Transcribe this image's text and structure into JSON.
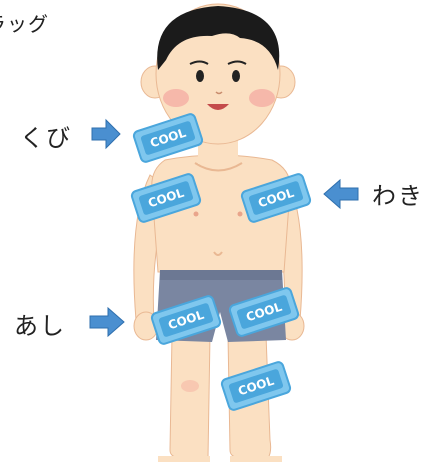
{
  "caption": "ラッグ",
  "labels": {
    "neck": "くび",
    "armpit": "わき",
    "leg": "あし"
  },
  "ice_pack_text": "COOL",
  "colors": {
    "skin": "#fbe0c2",
    "skin_shadow": "#f4c9a3",
    "hair": "#1b1b1b",
    "shorts": "#7a86a1",
    "pack_fill": "#7fc7ee",
    "pack_inner": "#4aa6dc",
    "arrow": "#4a8fd0"
  },
  "icons": [
    "arrow-right-icon",
    "arrow-left-icon",
    "ice-pack-icon"
  ]
}
